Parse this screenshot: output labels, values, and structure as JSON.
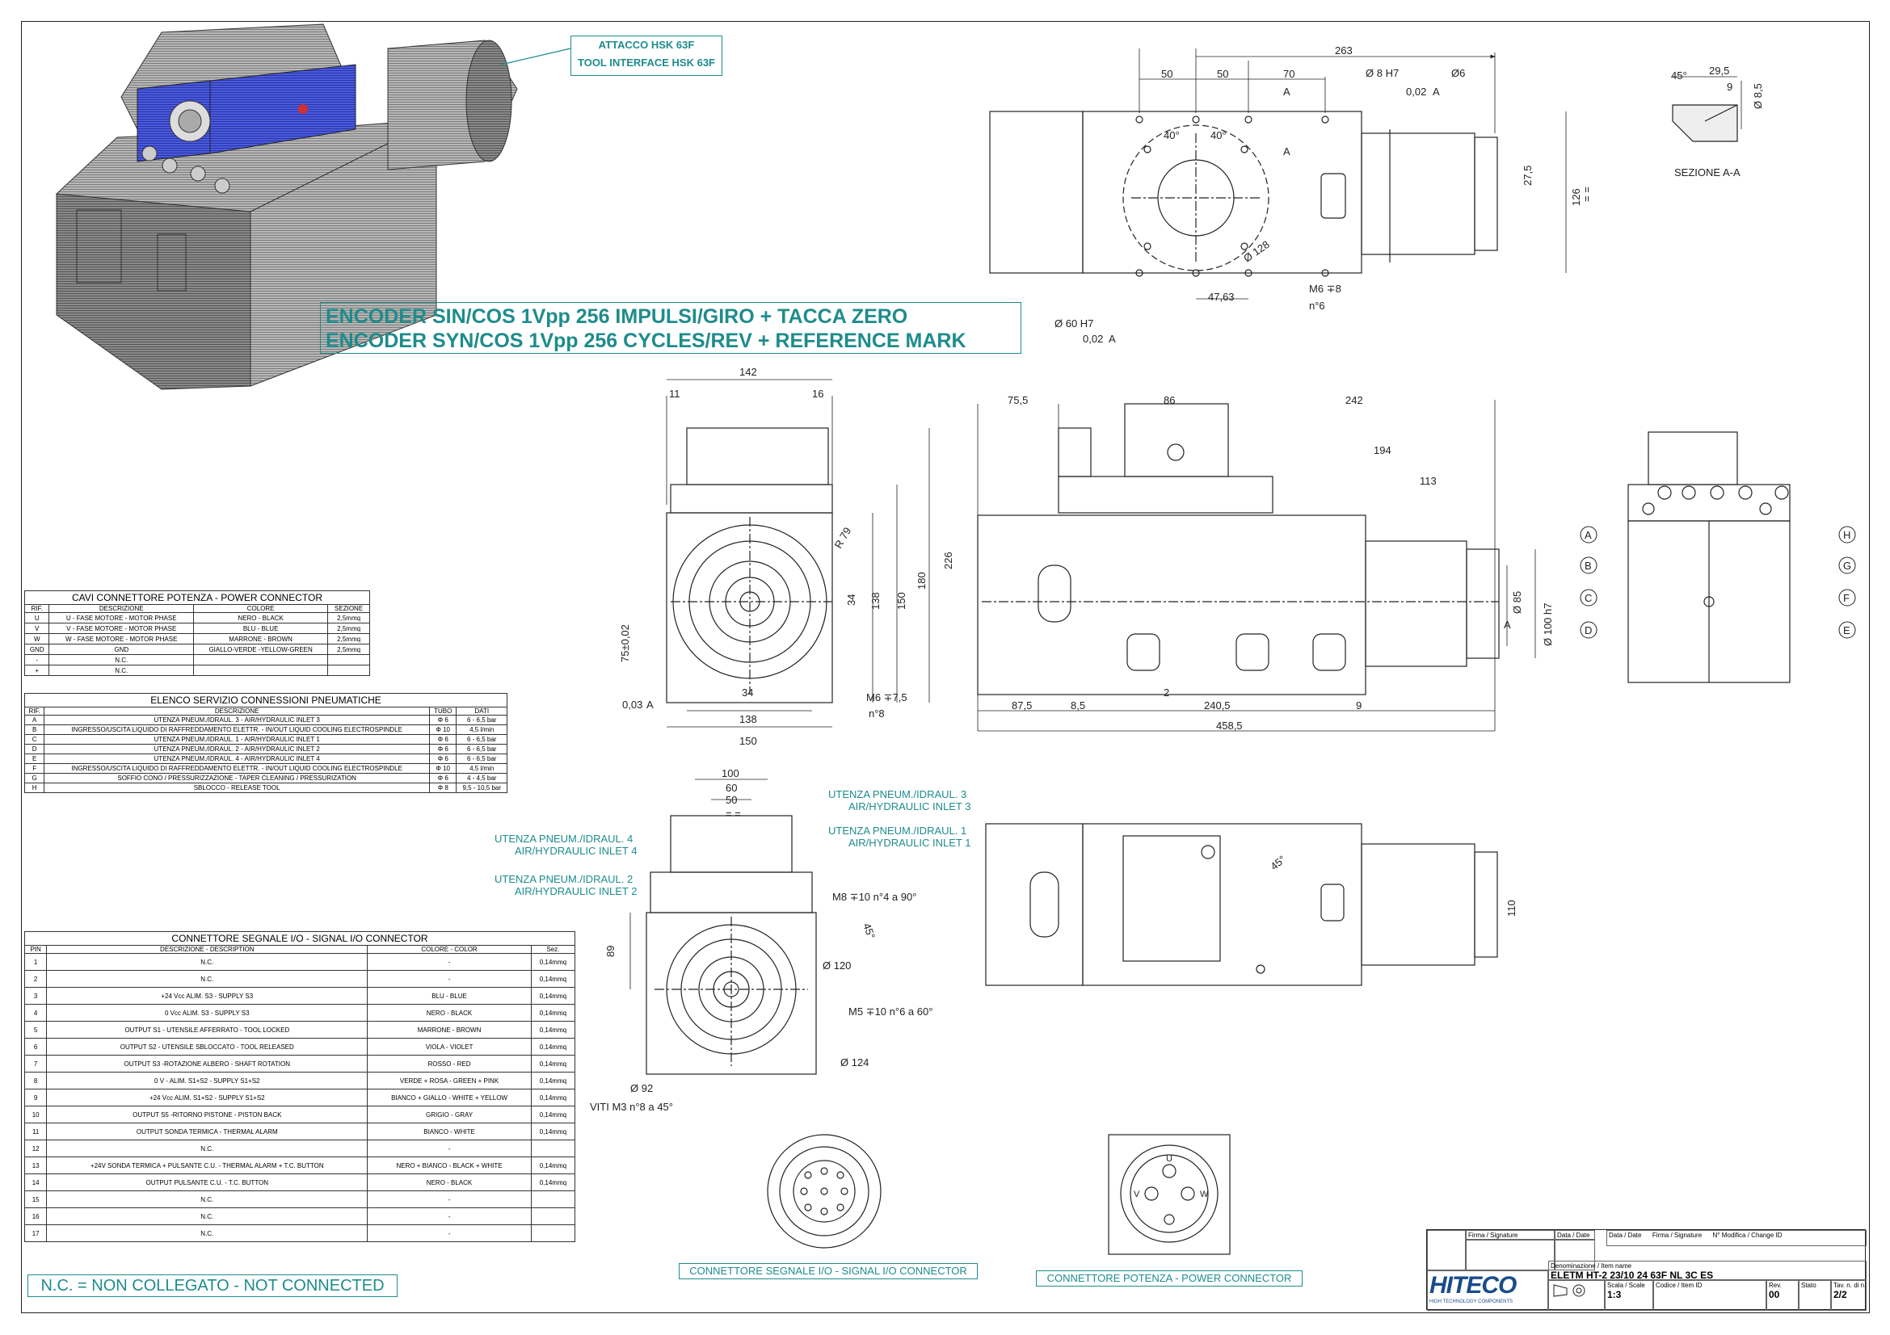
{
  "tool_interface": {
    "line1": "ATTACCO HSK 63F",
    "line2": "TOOL INTERFACE HSK 63F"
  },
  "encoder": {
    "line1": "ENCODER SIN/COS 1Vpp 256 IMPULSI/GIRO + TACCA ZERO",
    "line2": "ENCODER SYN/COS 1Vpp 256 CYCLES/REV + REFERENCE MARK"
  },
  "section_label": "SEZIONE A-A",
  "dimensions": {
    "top": [
      "263",
      "50",
      "50",
      "70",
      "Ø 8 H7",
      "0,02",
      "A",
      "Ø6",
      "27,5",
      "126",
      "= =",
      "Ø 128",
      "47,63",
      "M6 ∓8",
      "n°6",
      "Ø 60 H7",
      "0,02",
      "A",
      "40°",
      "40°",
      "A",
      "A"
    ],
    "section": [
      "45°",
      "29,5",
      "9",
      "Ø 8,5"
    ],
    "front": [
      "142",
      "11",
      "16",
      "R 79",
      "226",
      "180",
      "150",
      "138",
      "34",
      "75±0,02",
      "0,03",
      "A",
      "34",
      "138",
      "150",
      "M6 ∓7,5",
      "n°8"
    ],
    "side": [
      "75,5",
      "86",
      "242",
      "194",
      "113",
      "87,5",
      "8,5",
      "240,5",
      "9",
      "458,5",
      "Ø 85",
      "Ø 100 h7",
      "A",
      "2"
    ],
    "bottom": [
      "100",
      "60",
      "50",
      "= =",
      "89",
      "45°",
      "Ø 120",
      "M5 ∓10 n°6 a 60°",
      "Ø 124",
      "Ø 92",
      "VITI M3 n°8 a 45°",
      "M8 ∓10 n°4 a 90°",
      "110",
      "45°"
    ],
    "right": [
      "A",
      "B",
      "C",
      "D",
      "H",
      "G",
      "F",
      "E"
    ]
  },
  "callouts": {
    "inlet3": [
      "UTENZA PNEUM./IDRAUL. 3",
      "AIR/HYDRAULIC INLET 3"
    ],
    "inlet1": [
      "UTENZA PNEUM./IDRAUL. 1",
      "AIR/HYDRAULIC INLET 1"
    ],
    "inlet4": [
      "UTENZA PNEUM./IDRAUL. 4",
      "AIR/HYDRAULIC INLET 4"
    ],
    "inlet2": [
      "UTENZA PNEUM./IDRAUL. 2",
      "AIR/HYDRAULIC INLET 2"
    ]
  },
  "power_table": {
    "title": "CAVI CONNETTORE POTENZA - POWER CONNECTOR",
    "headers": [
      "RIF.",
      "DESCRIZIONE",
      "COLORE",
      "SEZIONE"
    ],
    "rows": [
      [
        "U",
        "U - FASE MOTORE - MOTOR PHASE",
        "NERO - BLACK",
        "2,5mmq"
      ],
      [
        "V",
        "V - FASE MOTORE - MOTOR PHASE",
        "BLU - BLUE",
        "2,5mmq"
      ],
      [
        "W",
        "W - FASE MOTORE - MOTOR PHASE",
        "MARRONE - BROWN",
        "2,5mmq"
      ],
      [
        "GND",
        "GND",
        "GIALLO-VERDE -YELLOW-GREEN",
        "2,5mmq"
      ],
      [
        "-",
        "N.C.",
        "",
        ""
      ],
      [
        "+",
        "N.C.",
        "",
        ""
      ]
    ]
  },
  "pneumatic_table": {
    "title": "ELENCO SERVIZIO CONNESSIONI PNEUMATICHE",
    "headers": [
      "RIF.",
      "DESCRIZIONE",
      "TUBO",
      "DATI"
    ],
    "rows": [
      [
        "A",
        "UTENZA PNEUM./IDRAUL. 3 - AIR/HYDRAULIC INLET 3",
        "Φ 6",
        "6 - 6,5 bar"
      ],
      [
        "B",
        "INGRESSO/USCITA LIQUIDO DI RAFFREDDAMENTO ELETTR. - IN/OUT LIQUID COOLING ELECTROSPINDLE",
        "Φ 10",
        "4,5 l/min"
      ],
      [
        "C",
        "UTENZA PNEUM./IDRAUL. 1 - AIR/HYDRAULIC INLET 1",
        "Φ 6",
        "6 - 6,5 bar"
      ],
      [
        "D",
        "UTENZA PNEUM./IDRAUL. 2 - AIR/HYDRAULIC INLET 2",
        "Φ 6",
        "6 - 6,5 bar"
      ],
      [
        "E",
        "UTENZA PNEUM./IDRAUL. 4 - AIR/HYDRAULIC INLET 4",
        "Φ 6",
        "6 - 6,5 bar"
      ],
      [
        "F",
        "INGRESSO/USCITA LIQUIDO DI RAFFREDDAMENTO ELETTR. - IN/OUT LIQUID COOLING ELECTROSPINDLE",
        "Φ 10",
        "4,5 l/min"
      ],
      [
        "G",
        "SOFFIO CONO / PRESSURIZZAZIONE - TAPER CLEANING / PRESSURIZATION",
        "Φ 6",
        "4 - 4,5 bar"
      ],
      [
        "H",
        "SBLOCCO - RELEASE TOOL",
        "Φ 8",
        "9,5 - 10,5 bar"
      ]
    ]
  },
  "signal_table": {
    "title": "CONNETTORE SEGNALE I/O - SIGNAL I/O CONNECTOR",
    "headers": [
      "PIN",
      "DESCRIZIONE - DESCRIPTION",
      "COLORE - COLOR",
      "Sez."
    ],
    "rows": [
      [
        "1",
        "N.C.",
        "-",
        "0,14mmq"
      ],
      [
        "2",
        "N.C.",
        "-",
        "0,14mmq"
      ],
      [
        "3",
        "+24 Vcc ALIM. S3 - SUPPLY S3",
        "BLU - BLUE",
        "0,14mmq"
      ],
      [
        "4",
        "0 Vcc ALIM. S3 - SUPPLY S3",
        "NERO - BLACK",
        "0,14mmq"
      ],
      [
        "5",
        "OUTPUT S1 - UTENSILE AFFERRATO - TOOL LOCKED",
        "MARRONE - BROWN",
        "0,14mmq"
      ],
      [
        "6",
        "OUTPUT S2 - UTENSILE SBLOCCATO - TOOL RELEASED",
        "VIOLA - VIOLET",
        "0,14mmq"
      ],
      [
        "7",
        "OUTPUT S3 -ROTAZIONE ALBERO - SHAFT ROTATION",
        "ROSSO - RED",
        "0,14mmq"
      ],
      [
        "8",
        "0 V - ALIM. S1+S2 - SUPPLY S1+S2",
        "VERDE + ROSA - GREEN + PINK",
        "0,14mmq"
      ],
      [
        "9",
        "+24 Vcc ALIM. S1+S2 - SUPPLY S1+S2",
        "BIANCO + GIALLO - WHITE + YELLOW",
        "0,14mmq"
      ],
      [
        "10",
        "OUTPUT S5 -RITORNO PISTONE - PISTON BACK",
        "GRIGIO - GRAY",
        "0,14mmq"
      ],
      [
        "11",
        "OUTPUT SONDA TERMICA - THERMAL ALARM",
        "BIANCO - WHITE",
        "0,14mmq"
      ],
      [
        "12",
        "N.C.",
        "-",
        ""
      ],
      [
        "13",
        "+24V SONDA TERMICA + PULSANTE C.U. - THERMAL ALARM + T.C. BUTTON",
        "NERO + BIANCO - BLACK + WHITE",
        "0,14mmq"
      ],
      [
        "14",
        "OUTPUT PULSANTE C.U. - T.C. BUTTON",
        "NERO - BLACK",
        "0,14mmq"
      ],
      [
        "15",
        "N.C.",
        "-",
        ""
      ],
      [
        "16",
        "N.C.",
        "-",
        ""
      ],
      [
        "17",
        "N.C.",
        "-",
        ""
      ]
    ]
  },
  "nc_note": "N.C. = NON COLLEGATO - NOT CONNECTED",
  "connector_labels": {
    "signal": "CONNETTORE SEGNALE I/O - SIGNAL I/O CONNECTOR",
    "power": "CONNETTORE POTENZA - POWER CONNECTOR"
  },
  "power_pins": [
    "U",
    "V",
    "W"
  ],
  "title_block": {
    "logo": "HITECO",
    "logo_sub": "HIGH TECHNOLOGY COMPONENTS",
    "desc_label": "Denominazione / Item name",
    "desc": "ELETM HT-2 23/10 24 63F NL 3C ES",
    "scale_label": "Scala / Scale",
    "scale": "1:3",
    "code_label": "Codice / Item ID",
    "rev_label": "Rev.",
    "rev": "00",
    "sheet_label": "Tav. n. di n.",
    "sheet": "2/2",
    "firm_label": "Firma / Signature",
    "date_label": "Data / Date",
    "change_label": "N° Modifica / Change ID",
    "state_label": "Stato"
  },
  "colors": {
    "teal": "#1e8c8c",
    "line": "#222222",
    "blue": "#3f4fd8",
    "logo": "#1a4b8c"
  }
}
